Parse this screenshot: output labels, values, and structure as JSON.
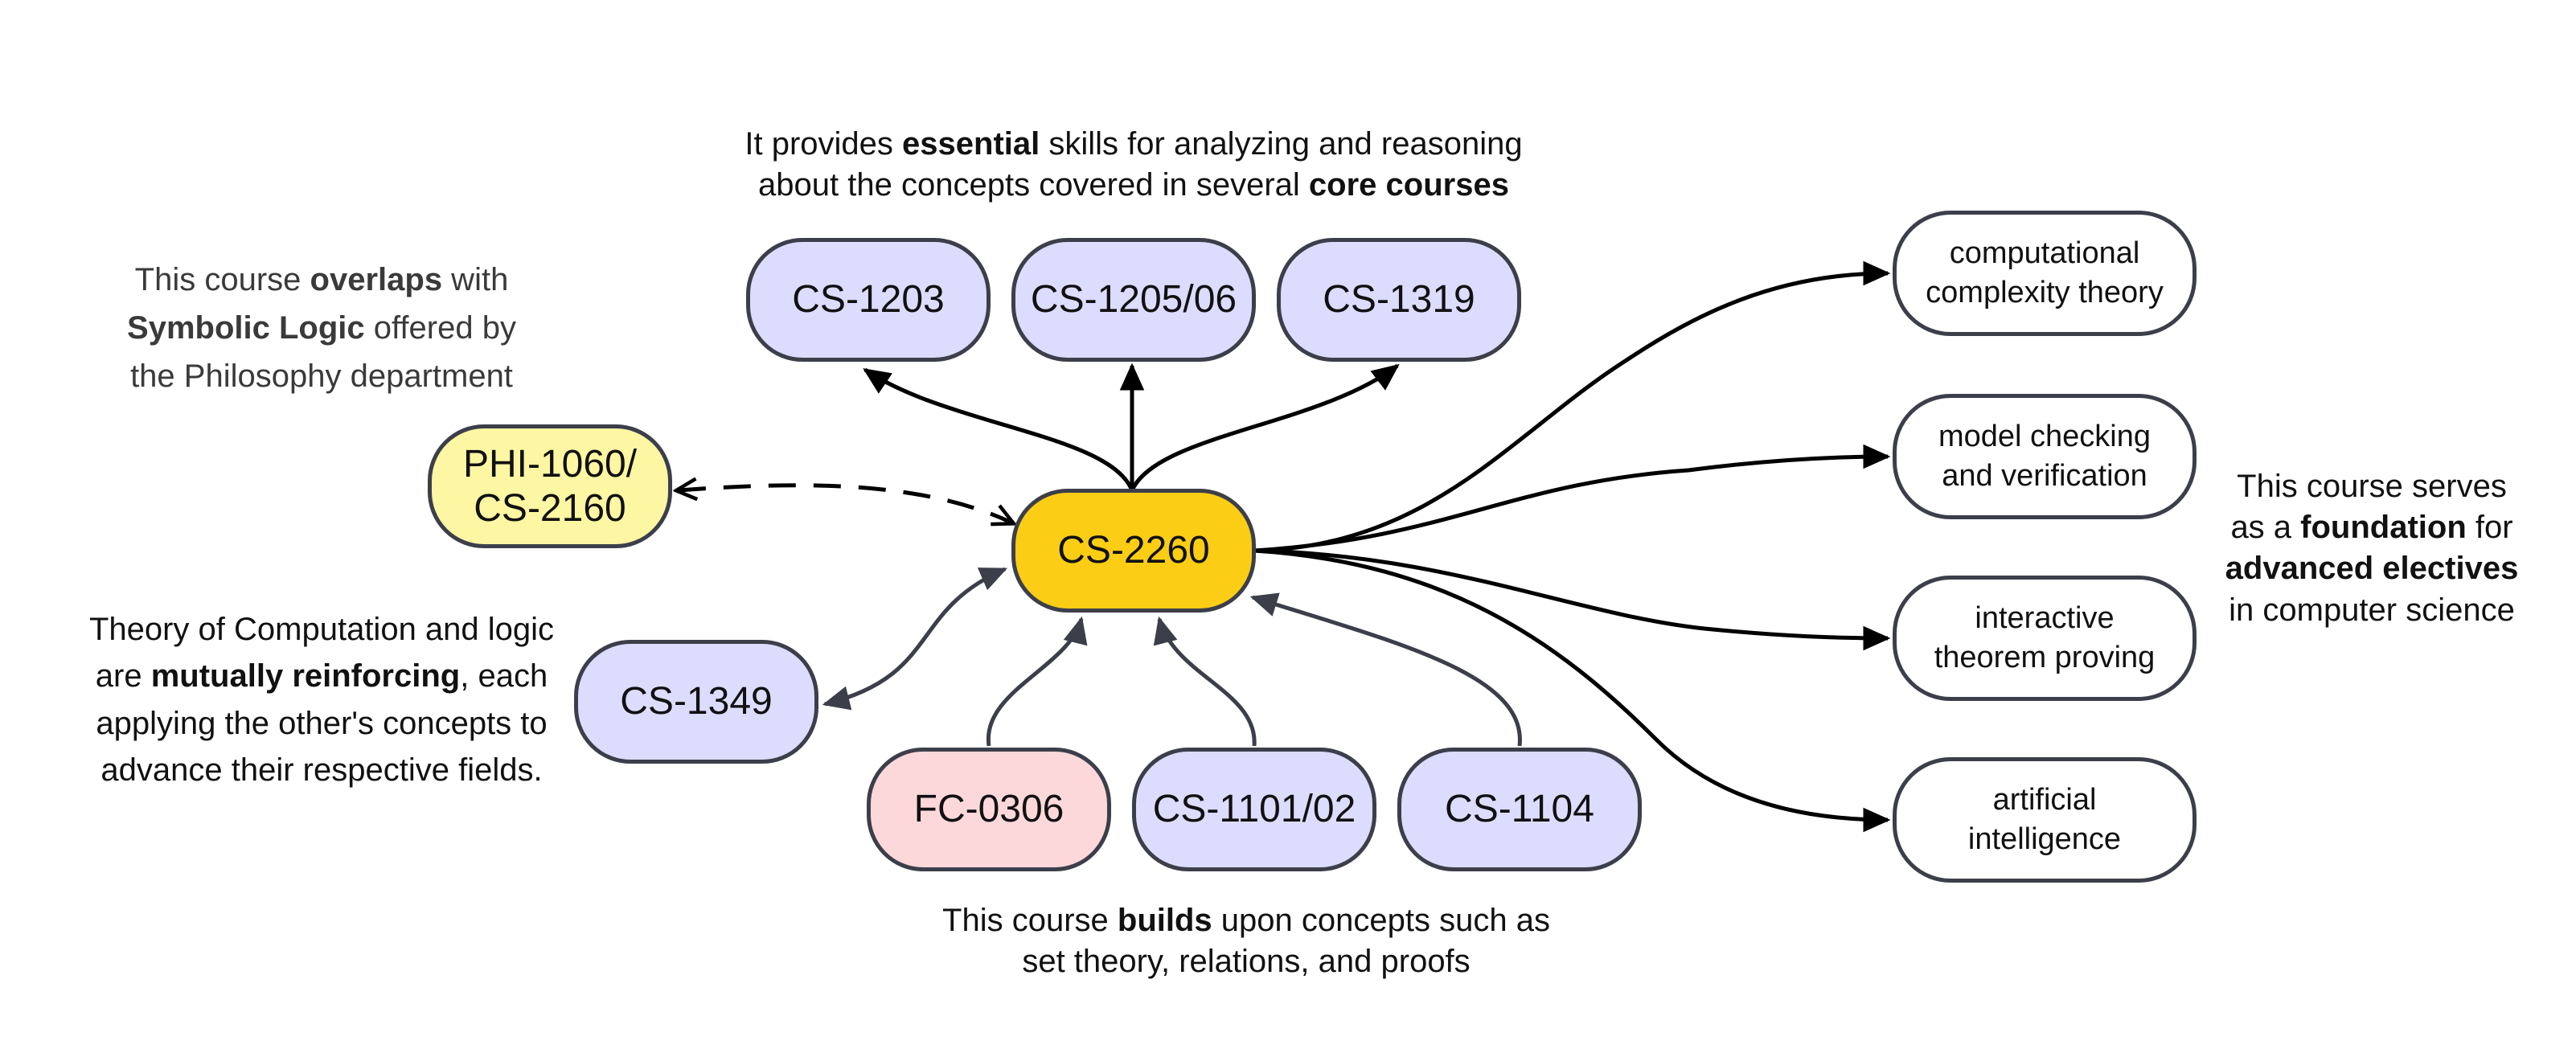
{
  "nodes": {
    "cs2260": "CS-2260",
    "cs1203": "CS-1203",
    "cs120506": "CS-1205/06",
    "cs1319": "CS-1319",
    "phi_line1": "PHI-1060/",
    "phi_line2": "CS-2160",
    "cs1349": "CS-1349",
    "fc0306": "FC-0306",
    "cs110102": "CS-1101/02",
    "cs1104": "CS-1104",
    "complexity_line1": "computational",
    "complexity_line2": "complexity theory",
    "model_line1": "model checking",
    "model_line2": "and verification",
    "theorem_line1": "interactive",
    "theorem_line2": "theorem proving",
    "ai_line1": "artificial",
    "ai_line2": "intelligence"
  },
  "notes": {
    "top": {
      "a": "It provides ",
      "b": "essential",
      "c": " skills for analyzing and reasoning",
      "d": "about the concepts covered in several ",
      "e": "core courses"
    },
    "overlap": {
      "a": "This course ",
      "b": "overlaps",
      "c": " with",
      "d": "Symbolic Logic",
      "e": " offered by",
      "f": "the Philosophy department"
    },
    "theory": {
      "a": "Theory of Computation and logic",
      "b": "are ",
      "c": "mutually reinforcing",
      "d": ", each",
      "e": "applying the other's concepts to",
      "f": "advance their respective fields."
    },
    "builds": {
      "a": "This course ",
      "b": "builds",
      "c": " upon concepts such as",
      "d": "set theory, relations, and proofs"
    },
    "foundation": {
      "a": "This course serves",
      "b": "as a ",
      "c": "foundation",
      "d": " for",
      "e": "advanced electives",
      "f": "in computer science"
    }
  },
  "colors": {
    "main_node": "#fbcd15",
    "core_node": "#dcdcff",
    "philosophy_node": "#fdf6a3",
    "foundation_node": "#fdd8db",
    "elective_node": "#ffffff",
    "border": "#3c3f4a"
  }
}
